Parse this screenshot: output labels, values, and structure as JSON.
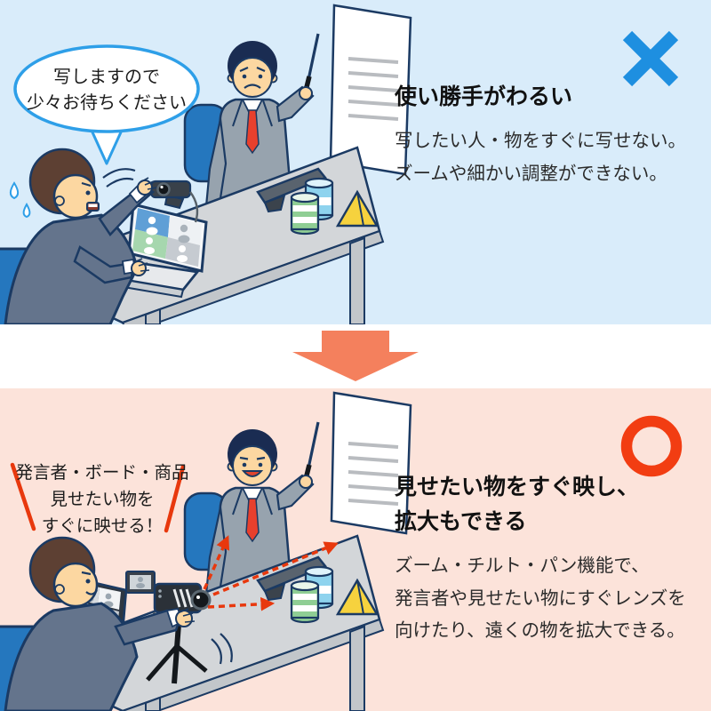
{
  "top_panel": {
    "speech_bubble": {
      "line1": "写しますので",
      "line2": "少々お待ちください"
    },
    "heading": "使い勝手がわるい",
    "body": {
      "line1": "写したい人・物をすぐに写せない。",
      "line2": "ズームや細かい調整ができない。"
    },
    "mark_icon": "x-mark-icon"
  },
  "bottom_panel": {
    "callout": {
      "line1": "発言者・ボード・商品",
      "line2": "見せたい物を",
      "line3": "すぐに映せる！"
    },
    "heading": {
      "line1": "見せたい物をすぐ映し、",
      "line2": "拡大もできる"
    },
    "body": {
      "line1": "ズーム・チルト・パン機能で、",
      "line2": "発言者や見せたい物にすぐレンズを",
      "line3": "向けたり、遠くの物を拡大できる。"
    },
    "mark_icon": "circle-mark-icon"
  },
  "transition": {
    "icon": "down-arrow-icon"
  },
  "colors": {
    "top_background": "#d9ecfa",
    "bottom_background": "#fce3da",
    "x_mark_blue": "#1e8fe0",
    "circle_mark_red": "#f23d12",
    "transition_arrow_orange": "#f4805d",
    "accent_red": "#e8380d",
    "bubble_border_blue": "#2e9fe8",
    "outline_navy": "#1b3a63"
  }
}
